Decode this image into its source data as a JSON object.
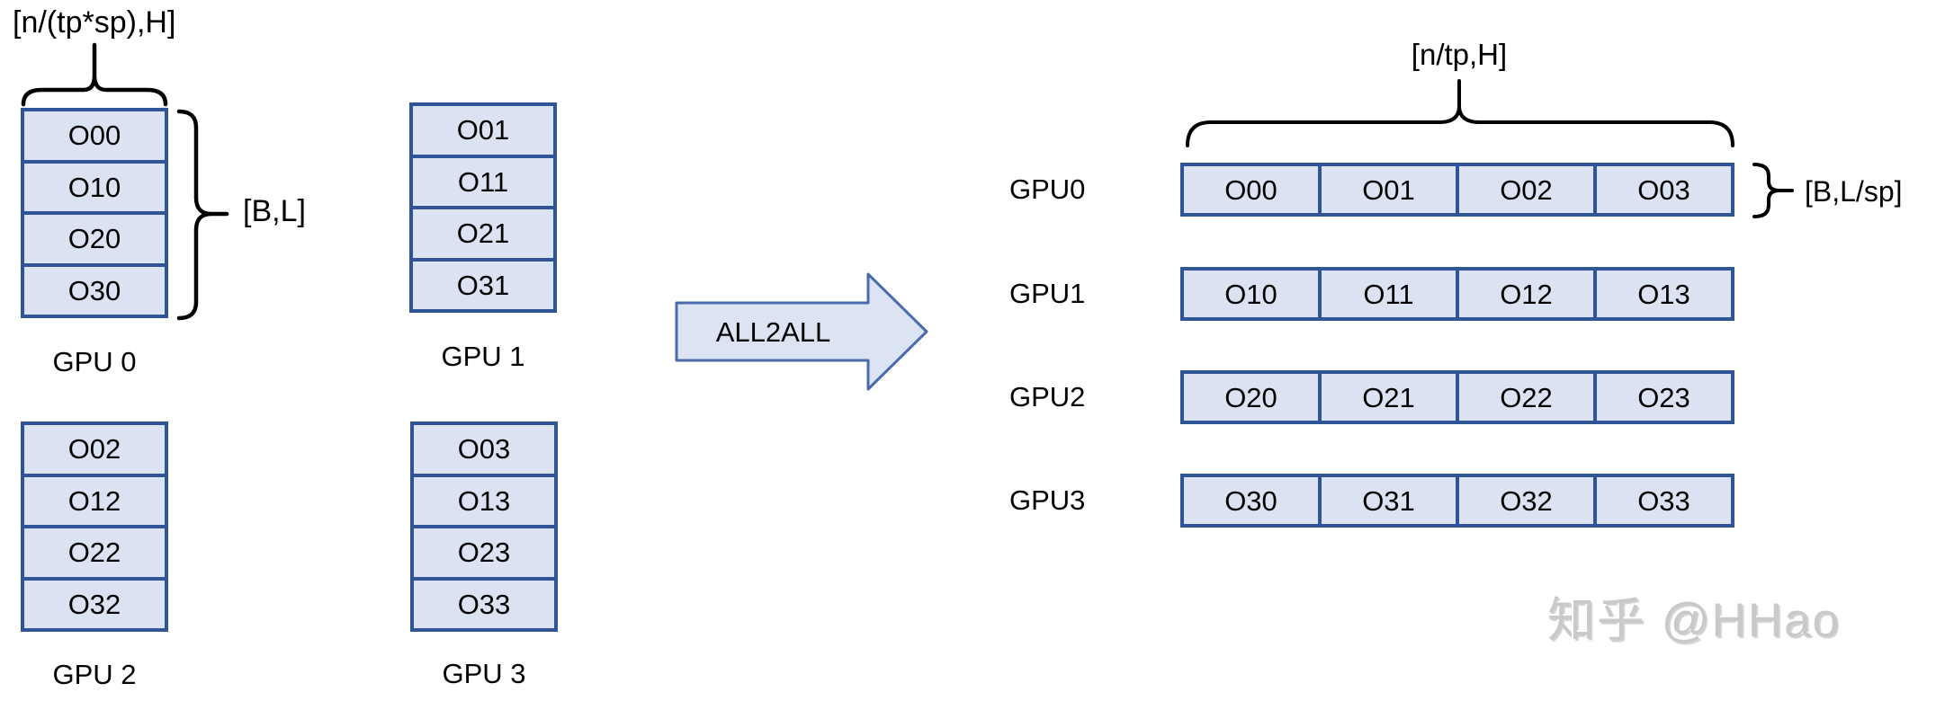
{
  "left_section": {
    "dim_label_top": "[n/(tp*sp),H]",
    "dim_label_right": "[B,L]",
    "gpus": [
      {
        "label": "GPU 0",
        "cells": [
          "O00",
          "O10",
          "O20",
          "O30"
        ]
      },
      {
        "label": "GPU 1",
        "cells": [
          "O01",
          "O11",
          "O21",
          "O31"
        ]
      },
      {
        "label": "GPU 2",
        "cells": [
          "O02",
          "O12",
          "O22",
          "O32"
        ]
      },
      {
        "label": "GPU 3",
        "cells": [
          "O03",
          "O13",
          "O23",
          "O33"
        ]
      }
    ]
  },
  "arrow": {
    "label": "ALL2ALL"
  },
  "right_section": {
    "dim_label_top": "[n/tp,H]",
    "dim_label_right": "[B,L/sp]",
    "gpus": [
      {
        "label": "GPU0",
        "cells": [
          "O00",
          "O01",
          "O02",
          "O03"
        ]
      },
      {
        "label": "GPU1",
        "cells": [
          "O10",
          "O11",
          "O12",
          "O13"
        ]
      },
      {
        "label": "GPU2",
        "cells": [
          "O20",
          "O21",
          "O22",
          "O23"
        ]
      },
      {
        "label": "GPU3",
        "cells": [
          "O30",
          "O31",
          "O32",
          "O33"
        ]
      }
    ]
  },
  "watermark": "知乎 @HHao",
  "colors": {
    "cell_fill": "#dbe3f3",
    "cell_border": "#2f5597",
    "arrow_fill": "#dce4f4",
    "arrow_border": "#4a6bab",
    "text": "#000000",
    "watermark": "#c9c9c9"
  }
}
